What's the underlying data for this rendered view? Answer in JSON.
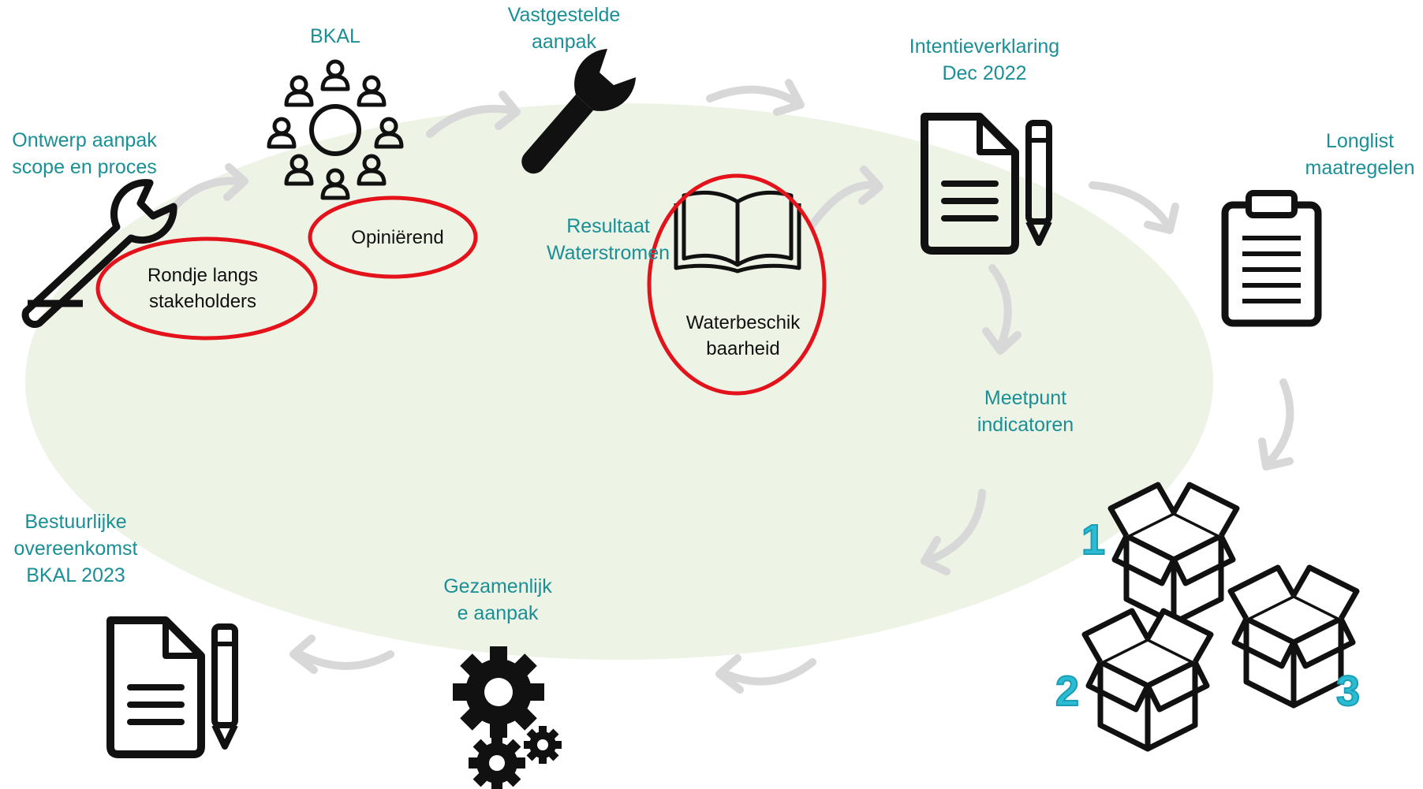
{
  "labels": {
    "ontwerp": [
      "Ontwerp aanpak",
      "scope en proces"
    ],
    "bkal": "BKAL",
    "vastgestelde": [
      "Vastgestelde",
      "aanpak"
    ],
    "intentie": [
      "Intentieverklaring",
      "Dec 2022"
    ],
    "longlist": [
      "Longlist",
      "maatregelen"
    ],
    "resultaat": [
      "Resultaat",
      "Waterstromen"
    ],
    "meetpunt": [
      "Meetpunt",
      "indicatoren"
    ],
    "bestuurlijke": [
      "Bestuurlijke",
      "overeenkomst",
      "BKAL 2023"
    ],
    "gezamenlijk": [
      "Gezamenlijk",
      "e aanpak"
    ]
  },
  "highlights": {
    "rondje": [
      "Rondje langs",
      "stakeholders"
    ],
    "opinierend": "Opiniërend",
    "waterbeschik": [
      "Waterbeschik",
      "baarheid"
    ]
  },
  "box_numbers": [
    "1",
    "2",
    "3"
  ],
  "colors": {
    "label": "#1a8f96",
    "highlight": "#e3121b",
    "background_ellipse": "#edf3e5",
    "arrow": "#d8d8d8",
    "icon": "#111111",
    "number": "#2bbcd4"
  },
  "icons": [
    "wrench-icon",
    "people-circle-icon",
    "wrench-icon",
    "document-pencil-icon",
    "clipboard-icon",
    "open-book-icon",
    "boxes-icon",
    "gears-icon",
    "document-pencil-icon"
  ]
}
